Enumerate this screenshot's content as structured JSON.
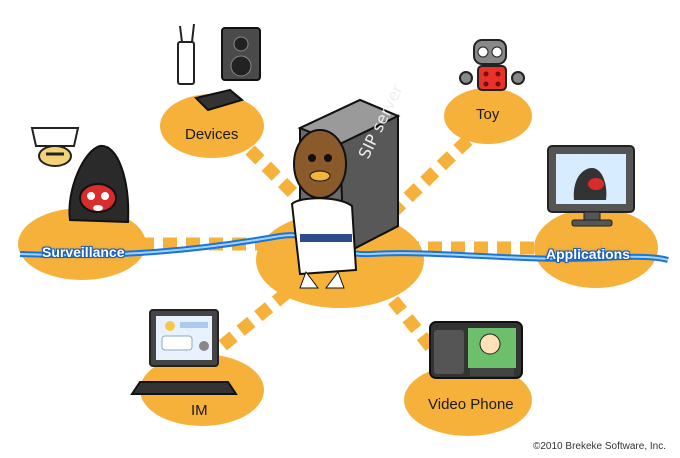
{
  "diagram": {
    "center_label": "SIP server",
    "nodes": {
      "devices": "Devices",
      "toy": "Toy",
      "surveillance": "Surveillance",
      "applications": "Applications",
      "im": "IM",
      "video_phone": "Video Phone"
    },
    "copyright": "©2010 Brekeke Software, Inc.",
    "colors": {
      "blob": "#f6b13a",
      "blob_dark": "#e8982a",
      "cable": "#1e74d6",
      "cable_light": "#9fd3ff"
    }
  }
}
